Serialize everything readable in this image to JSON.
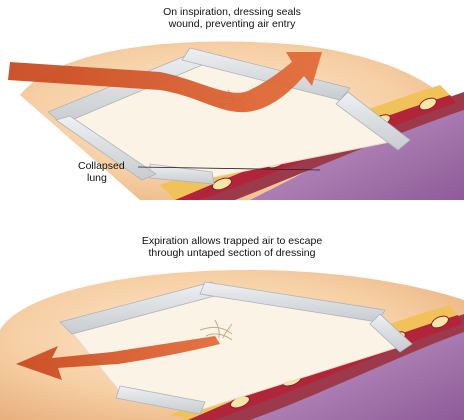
{
  "panel_top": {
    "caption_line1": "On inspiration, dressing seals",
    "caption_line2": "wound, preventing air entry",
    "label_line1": "Collapsed",
    "label_line2": "lung"
  },
  "panel_bottom": {
    "caption_line1": "Expiration allows trapped air to escape",
    "caption_line2": "through untaped section of dressing"
  },
  "colors": {
    "skin": "#f3c99a",
    "skin_light": "#fbe7cf",
    "dressing": "#fbf3e6",
    "tape": "#d9dcdf",
    "arrow": "#d65a2c",
    "fat": "#f2c25a",
    "muscle": "#9c3a4c",
    "lung": "#b98ac0"
  }
}
